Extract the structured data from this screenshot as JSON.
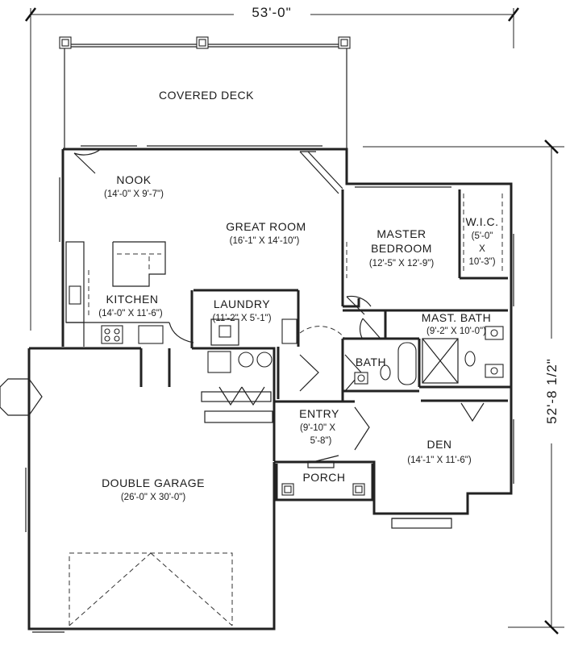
{
  "dimensions": {
    "width": "53'-0\"",
    "depth": "52'-8 1/2\""
  },
  "rooms": {
    "covered_deck": {
      "name": "COVERED DECK"
    },
    "nook": {
      "name": "NOOK",
      "size": "(14'-0\" X 9'-7\")"
    },
    "great_room": {
      "name": "GREAT ROOM",
      "size": "(16'-1\" X 14'-10\")"
    },
    "master_bedroom": {
      "name_line1": "MASTER",
      "name_line2": "BEDROOM",
      "size": "(12'-5\" X 12'-9\")"
    },
    "wic": {
      "name": "W.I.C.",
      "size_line1": "(5'-0\"",
      "size_line2": "X",
      "size_line3": "10'-3\")"
    },
    "kitchen": {
      "name": "KITCHEN",
      "size": "(14'-0\" X 11'-6\")"
    },
    "laundry": {
      "name": "LAUNDRY",
      "size": "(11'-2\" X 5'-1\")"
    },
    "mast_bath": {
      "name": "MAST. BATH",
      "size": "(9'-2\" X 10'-0\")"
    },
    "bath": {
      "name": "BATH"
    },
    "entry": {
      "name": "ENTRY",
      "size_line1": "(9'-10\" X",
      "size_line2": "5'-8\")"
    },
    "den": {
      "name": "DEN",
      "size": "(14'-1\" X 11'-6\")"
    },
    "porch": {
      "name": "PORCH"
    },
    "garage": {
      "name": "DOUBLE GARAGE",
      "size": "(26'-0\" X 30'-0\")"
    }
  }
}
